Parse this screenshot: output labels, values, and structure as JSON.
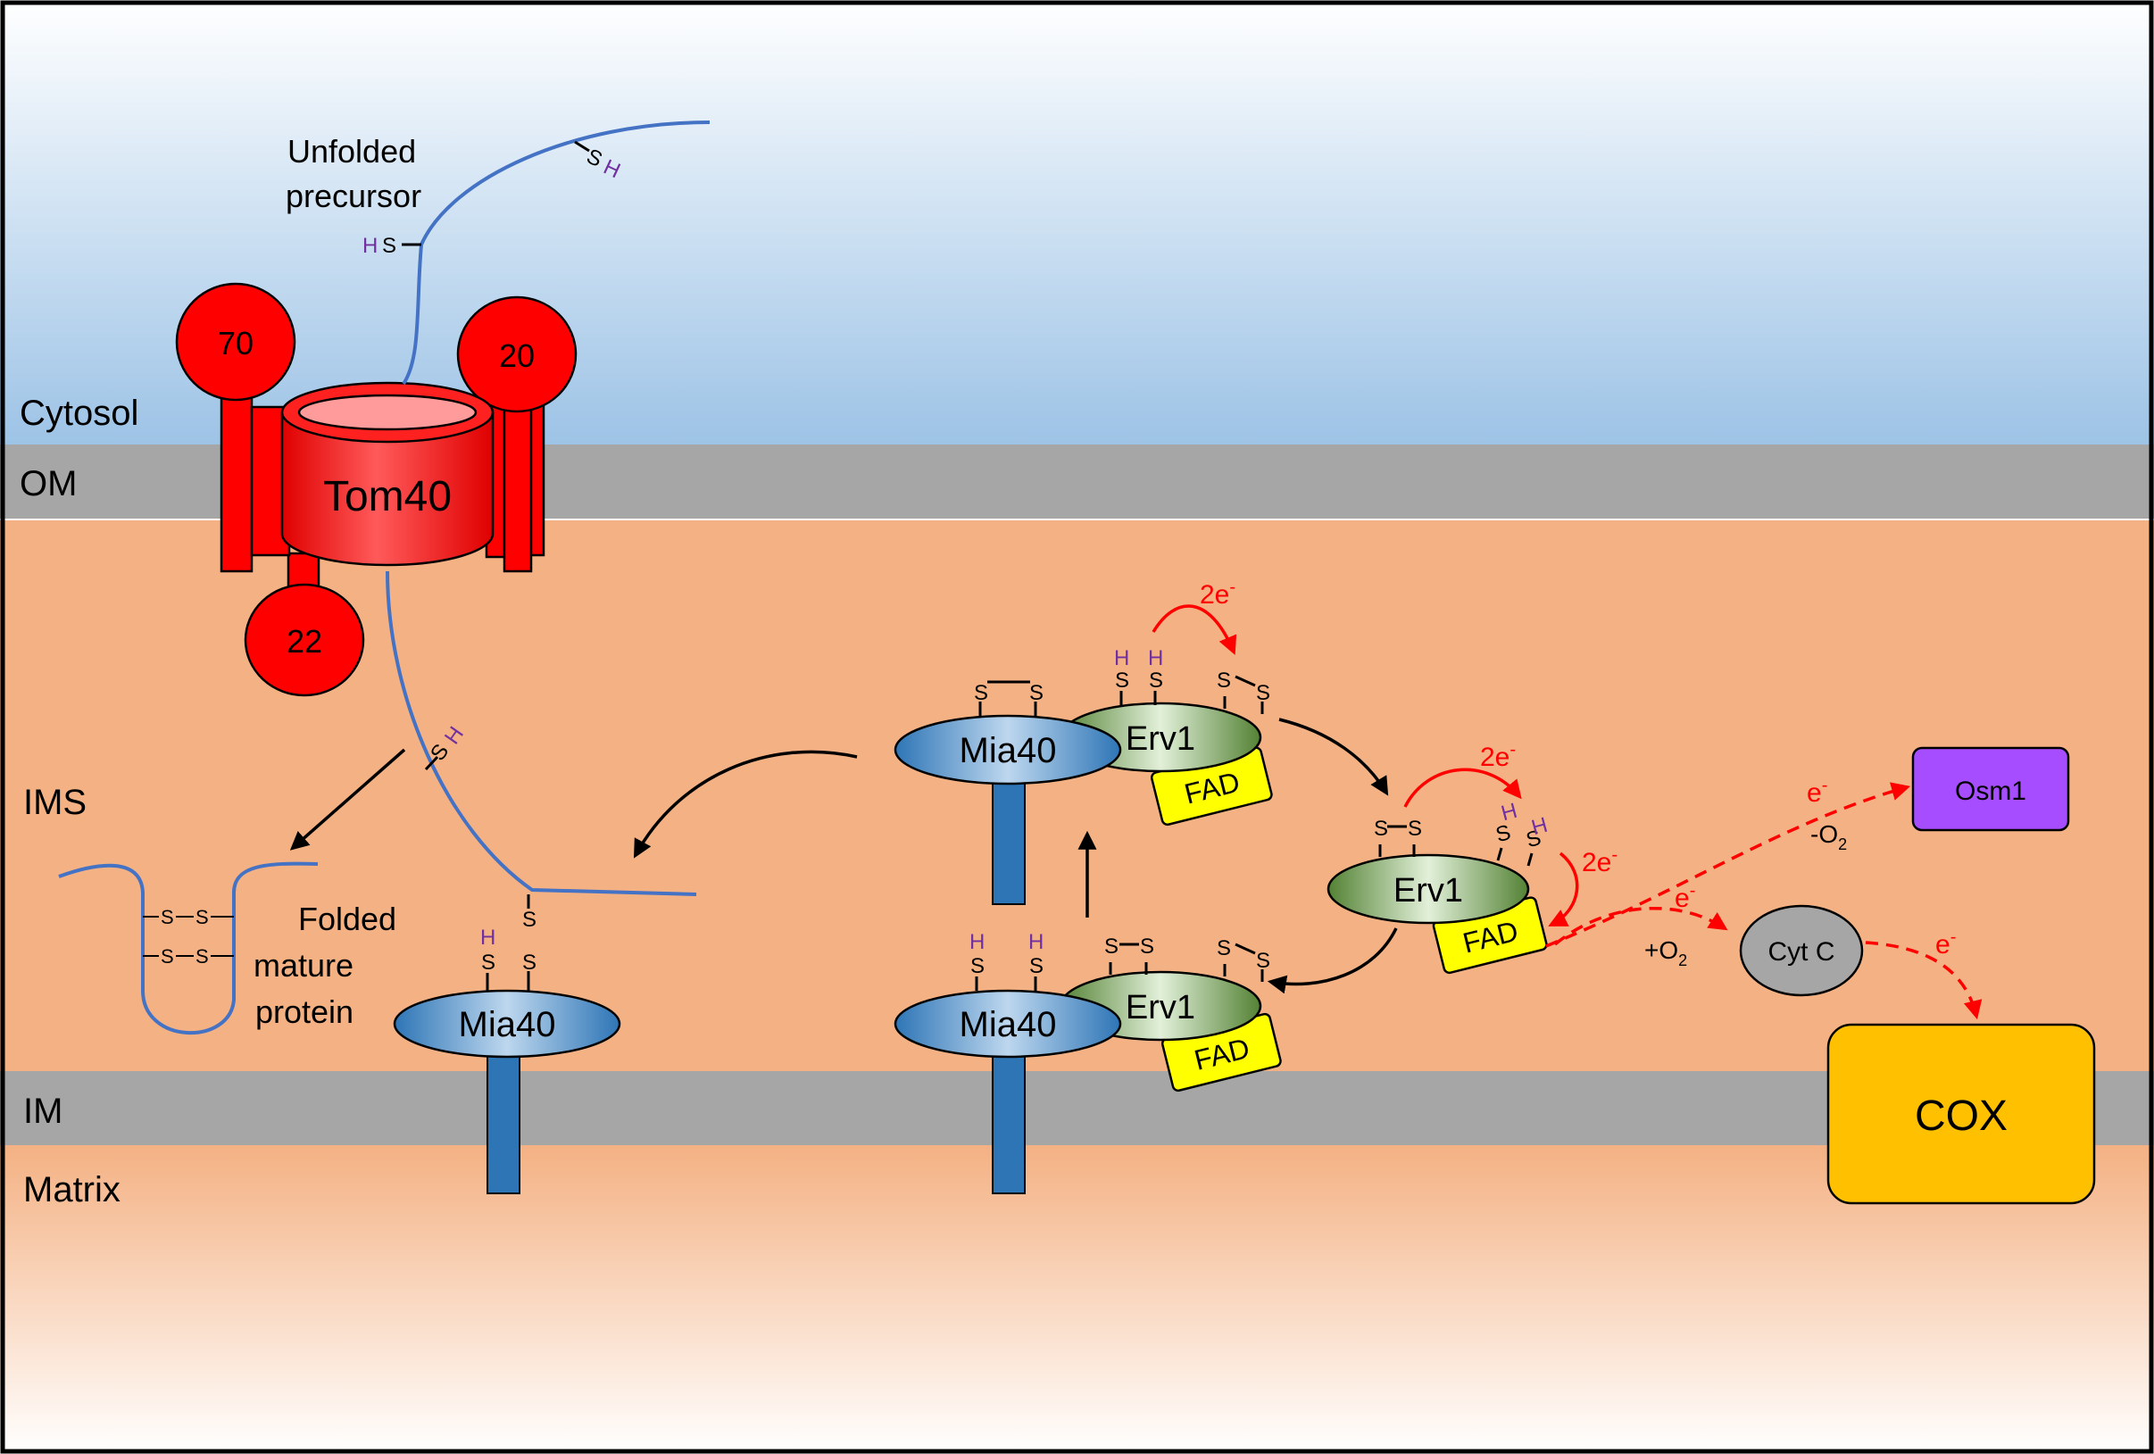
{
  "regions": {
    "cytosol": "Cytosol",
    "om": "OM",
    "ims": "IMS",
    "im": "IM",
    "matrix": "Matrix"
  },
  "tom": {
    "tom40": "Tom40",
    "tom70": "70",
    "tom20": "20",
    "tom22": "22"
  },
  "labels": {
    "unfolded_line1": "Unfolded",
    "unfolded_line2": "precursor",
    "folded_line1": "Folded",
    "folded_line2": "mature",
    "folded_line3": "protein"
  },
  "proteins": {
    "mia40": "Mia40",
    "erv1": "Erv1",
    "fad": "FAD",
    "osm1": "Osm1",
    "cytc": "Cyt C",
    "cox": "COX"
  },
  "chem": {
    "s": "S",
    "h": "H",
    "e": "e",
    "two_e": "2e",
    "minus": "-",
    "o2_minus": "-O",
    "o2_plus": "+O",
    "sub2": "2"
  },
  "colors": {
    "tom_red": "#ff0000",
    "membrane_gray": "#a6a6a6",
    "ims_orange": "#f4b183",
    "mia40_blue": "#2e75b6",
    "erv1_green": "#70ad47",
    "fad_yellow": "#ffff00",
    "osm1_purple": "#a64dff",
    "cytc_gray": "#a6a6a6",
    "cox_gold": "#ffc000",
    "precursor_line": "#4472c4",
    "electron_red": "#ff0000",
    "hydrogen_purple": "#7030a0"
  }
}
